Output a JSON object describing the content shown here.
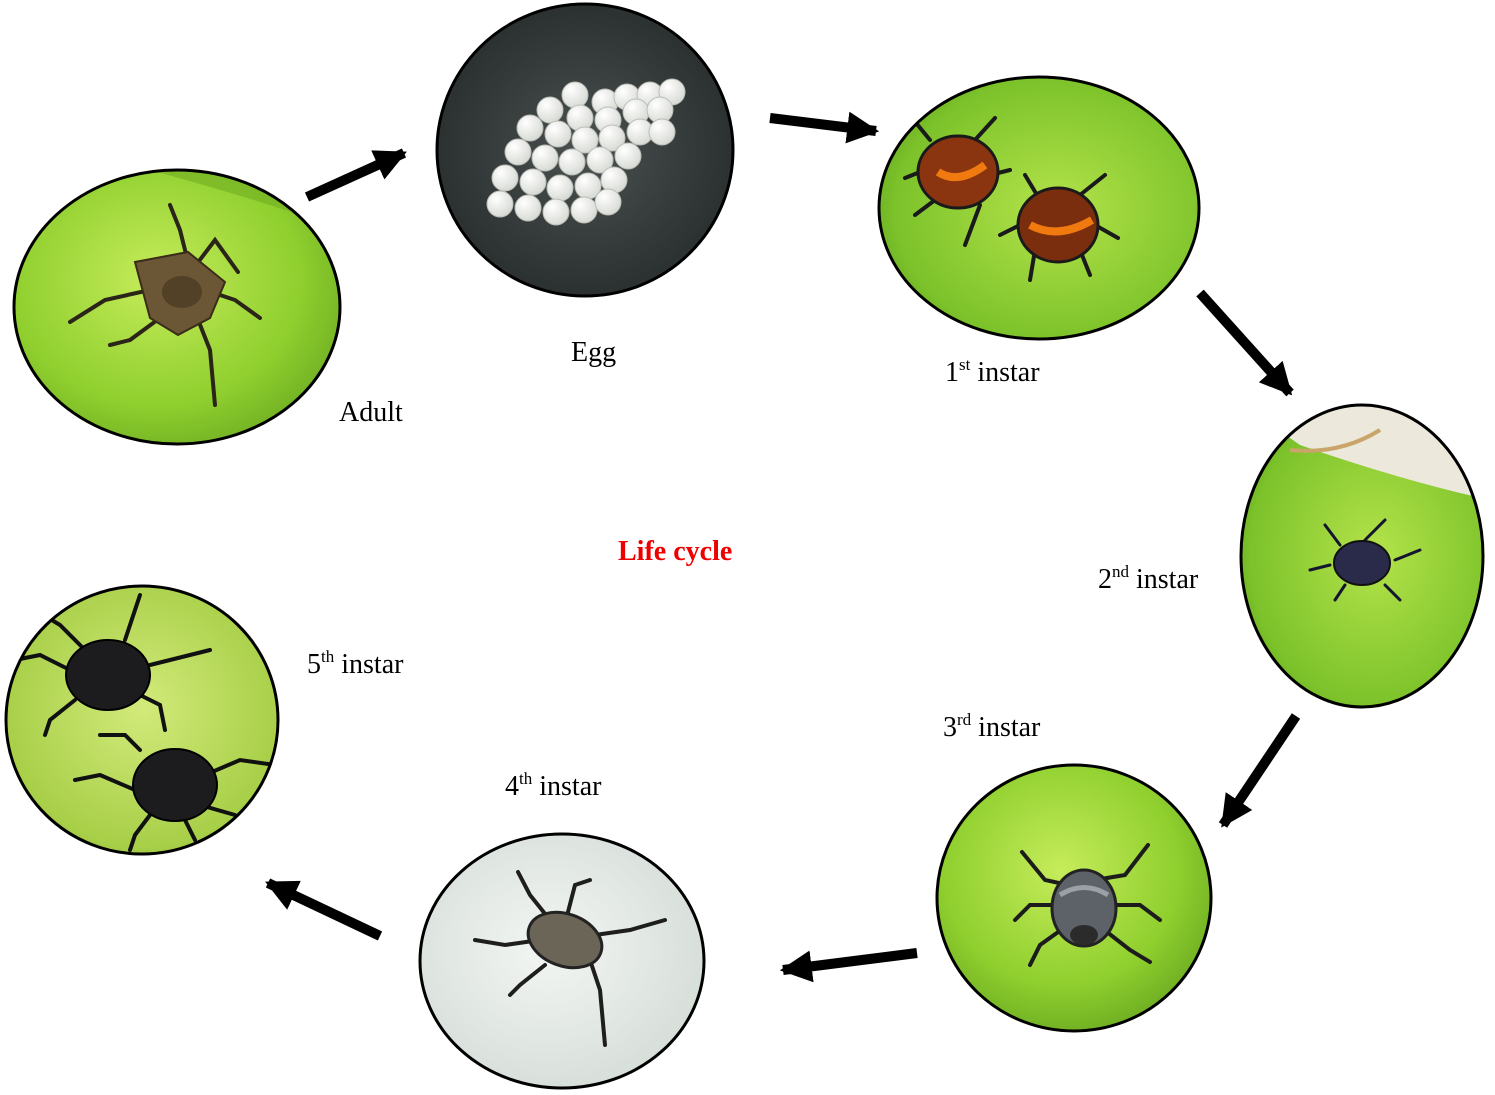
{
  "title": "Life cycle",
  "stages": {
    "adult": {
      "text": "Adult"
    },
    "egg": {
      "text": "Egg"
    },
    "instar1": {
      "num": "1",
      "sup": "st",
      "text": " instar"
    },
    "instar2": {
      "num": "2",
      "sup": "nd",
      "text": " instar"
    },
    "instar3": {
      "num": "3",
      "sup": "rd",
      "text": " instar"
    },
    "instar4": {
      "num": "4",
      "sup": "th",
      "text": " instar"
    },
    "instar5": {
      "num": "5",
      "sup": "th",
      "text": " instar"
    }
  },
  "colors": {
    "title": "#ee0000",
    "leaf_green": "#9ed23a",
    "arrow": "#000000"
  }
}
